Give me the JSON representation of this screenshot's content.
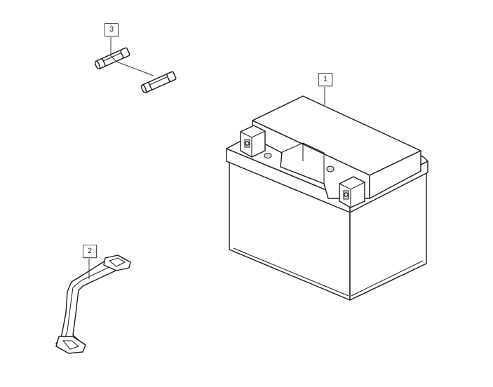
{
  "callouts": [
    {
      "number": "1"
    },
    {
      "number": "2"
    },
    {
      "number": "3"
    }
  ],
  "icons": [
    "battery",
    "battery-strap",
    "fuse"
  ]
}
